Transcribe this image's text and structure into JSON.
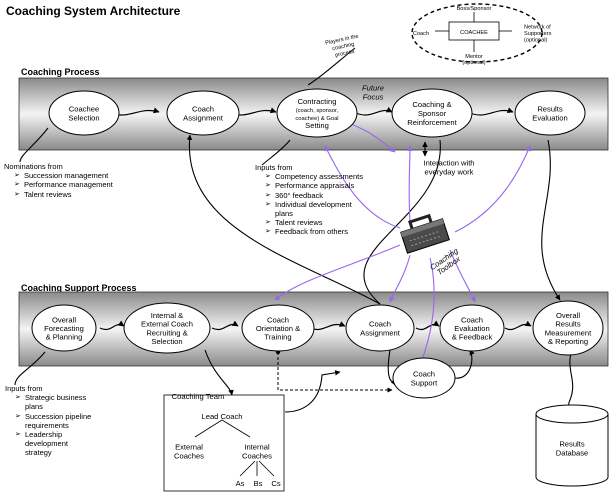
{
  "title": "Coaching System Architecture",
  "sections": {
    "process": "Coaching Process",
    "support": "Coaching Support Process"
  },
  "process_nodes": [
    {
      "lines": [
        "Coachee",
        "Selection"
      ]
    },
    {
      "lines": [
        "Coach",
        "Assignment"
      ]
    },
    {
      "lines": [
        "Contracting",
        "(coach, sponsor,",
        "coachee) & Goal",
        "Setting"
      ]
    },
    {
      "lines": [
        "Coaching &",
        "Sponsor",
        "Reinforcement"
      ]
    },
    {
      "lines": [
        "Results",
        "Evaluation"
      ]
    }
  ],
  "support_nodes": [
    {
      "lines": [
        "Overall",
        "Forecasting",
        "& Planning"
      ]
    },
    {
      "lines": [
        "Internal &",
        "External Coach",
        "Recruiting &",
        "Selection"
      ]
    },
    {
      "lines": [
        "Coach",
        "Orientation &",
        "Training"
      ]
    },
    {
      "lines": [
        "Coach",
        "Assignment"
      ]
    },
    {
      "lines": [
        "Coach",
        "Evaluation",
        "& Feedback"
      ]
    },
    {
      "lines": [
        "Overall",
        "Results",
        "Measurement",
        "& Reporting"
      ]
    }
  ],
  "coach_support": [
    "Coach",
    "Support"
  ],
  "players": {
    "caption": [
      "Players in the",
      "coaching",
      "process"
    ],
    "center": "COACHEE",
    "boss": "Boss/Sponsor",
    "coach": "Coach",
    "network": [
      "Network of",
      "Supporters",
      "(optional)"
    ],
    "mentor": [
      "Mentor",
      "(optional)"
    ]
  },
  "future_focus": [
    "Future",
    "Focus"
  ],
  "interaction": [
    "Interaction with",
    "everyday work"
  ],
  "toolbox": [
    "Coaching",
    "Toolbox"
  ],
  "nominations": {
    "head": "Nominations from",
    "items": [
      "Succession management",
      "Performance management",
      "Talent reviews"
    ]
  },
  "inputs_process": {
    "head": "Inputs from",
    "items": [
      "Competency assessments",
      "Performance appraisals",
      "360° feedback",
      "Individual development plans",
      "Talent reviews",
      "Feedback from others"
    ]
  },
  "inputs_support": {
    "head": "Inputs from",
    "items": [
      "Strategic business plans",
      "Succession pipeline requirements",
      "Leadership development strategy"
    ]
  },
  "coaching_team": {
    "label": "Coaching Team",
    "lead": "Lead Coach",
    "external": [
      "External",
      "Coaches"
    ],
    "internal": [
      "Internal",
      "Coaches"
    ],
    "levels": [
      "As",
      "Bs",
      "Cs"
    ]
  },
  "results_db": [
    "Results",
    "Database"
  ],
  "colors": {
    "purple": "#9966ee",
    "band_dark": "#8a8a8a",
    "band_light": "#f4f4f4"
  }
}
